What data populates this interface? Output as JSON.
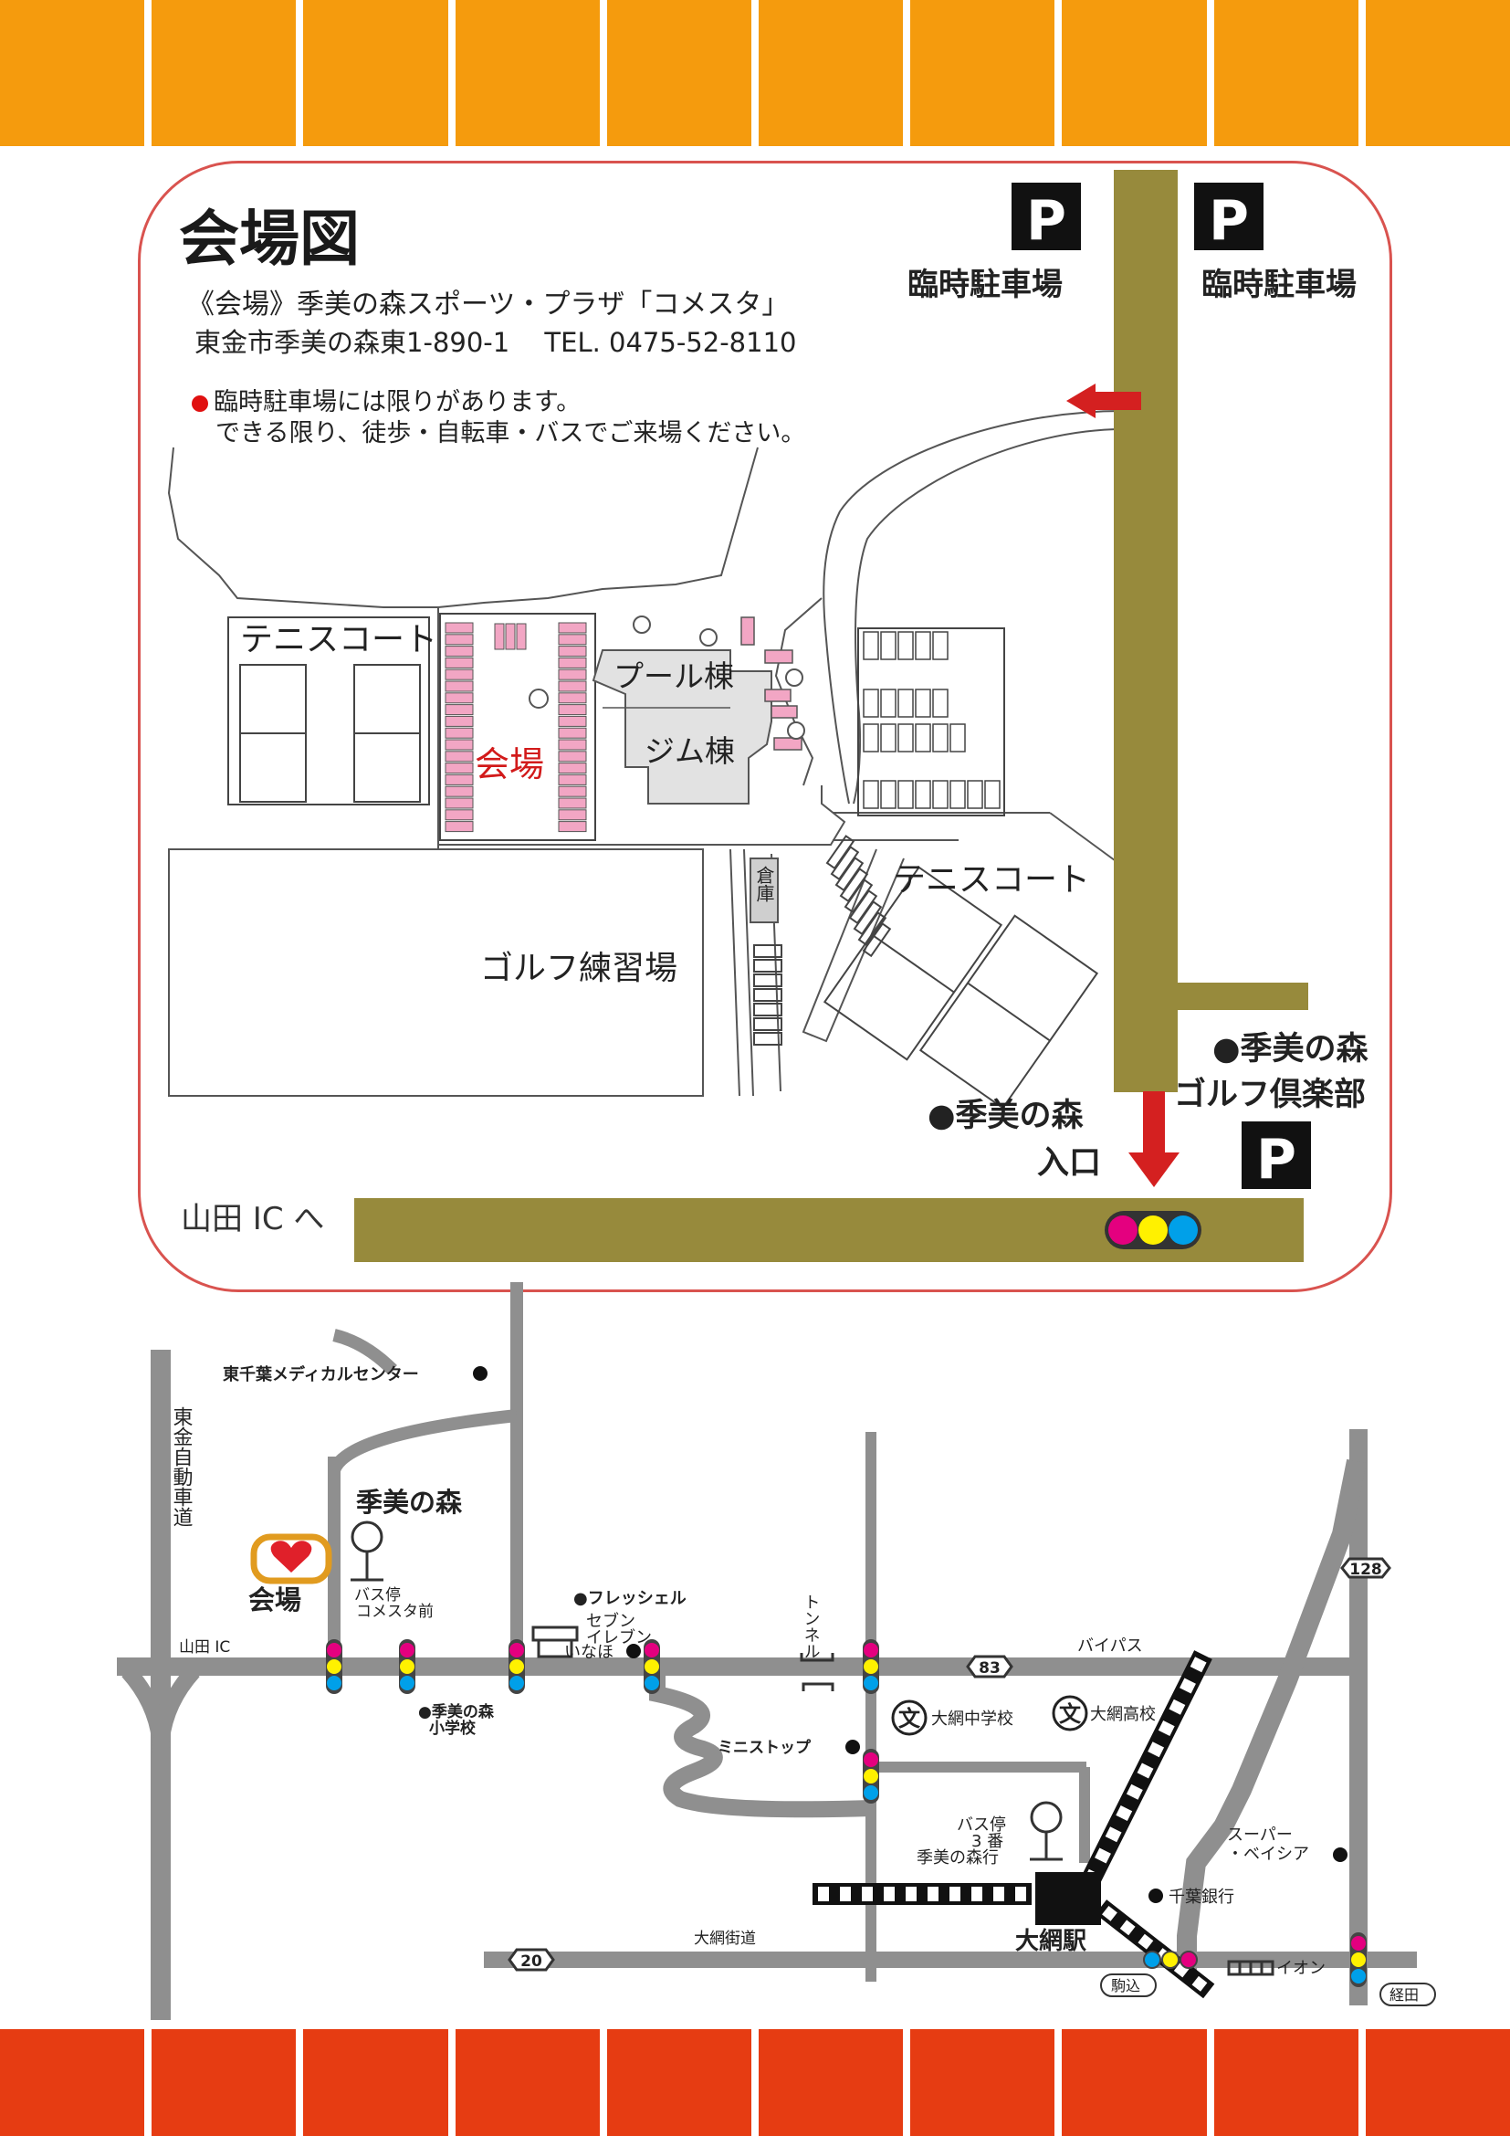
{
  "colors": {
    "top_band": "#f59b0d",
    "bottom_band": "#e63c12",
    "frame": "#d9534f",
    "road_olive": "#978a3c",
    "arrow_red": "#d42020",
    "venue_pink": "#f2a6c4",
    "building_gray": "#e2e2e2",
    "area_road_gray": "#8f8f8f",
    "venue_marker_orange": "#e19b1f",
    "heart_red": "#e0202a",
    "signal_magenta": "#e4007f",
    "signal_yellow": "#fff100",
    "signal_cyan": "#00a0e9"
  },
  "header": {
    "title": "会場図",
    "venue_line": "《会場》季美の森スポーツ・プラザ「コメスタ」",
    "address_line": "東金市季美の森東1-890-1　 TEL. 0475-52-8110",
    "note_line1": "臨時駐車場には限りがあります。",
    "note_line2": "できる限り、徒歩・自転車・バスでご来場ください。"
  },
  "venue_map": {
    "parking_symbol": "P",
    "parking_left_label": "臨時駐車場",
    "parking_right_label": "臨時駐車場",
    "tennis_left": "テニスコート",
    "pool": "プール棟",
    "gym": "ジム棟",
    "venue": "会場",
    "storage": "倉庫",
    "tennis_right": "テニスコート",
    "golf_range": "ゴルフ練習場",
    "golf_club_line1": "●季美の森",
    "golf_club_line2": "ゴルフ倶楽部",
    "entrance_line1": "●季美の森",
    "entrance_line2": "入口",
    "yamada_ic": "山田 IC へ"
  },
  "area_map": {
    "medical_center": "東千葉メディカルセンター",
    "expressway": "東金自動車道",
    "kiminomori": "季美の森",
    "venue": "会場",
    "bus_stop1_line1": "バス停",
    "bus_stop1_line2": "コメスタ前",
    "yamada_ic": "山田 IC",
    "fresshel": "●フレッシェル",
    "seven_line1": "セブン",
    "seven_line2": "イレブン",
    "inaho": "いなほ",
    "tunnel": "トンネル",
    "bypass": "バイパス",
    "route_128": "128",
    "route_83": "83",
    "route_20": "20",
    "school_line1": "●季美の森",
    "school_line2": "小学校",
    "ministop": "ミニストップ",
    "school_mark": "文",
    "junior_high": "大網中学校",
    "high_school": "大網高校",
    "bus_stop2_line1": "バス停",
    "bus_stop2_line2": "3 番",
    "bus_stop2_line3": "季美の森行",
    "super_line1": "スーパー",
    "super_line2": "・ベイシア",
    "chiba_bank": "千葉銀行",
    "oami_station": "大網駅",
    "oami_kaido": "大網街道",
    "komagome": "駒込",
    "aeon": "イオン",
    "keida": "経田"
  }
}
